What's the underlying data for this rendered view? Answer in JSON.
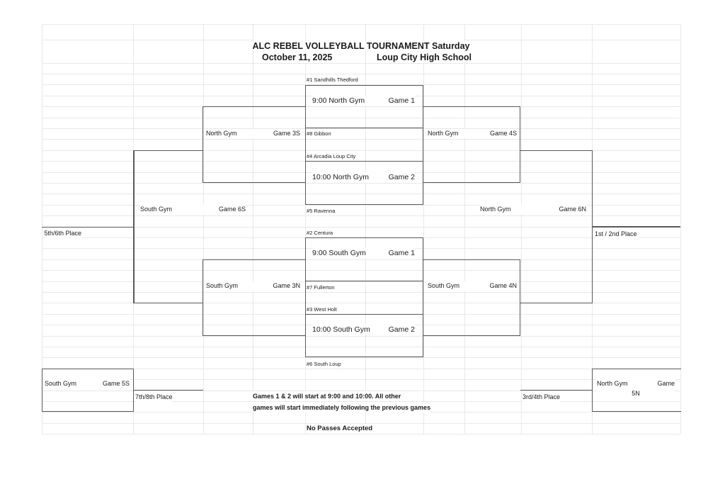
{
  "title": {
    "line1": "ALC REBEL VOLLEYBALL TOURNAMENT Saturday",
    "date": "October 11, 2025",
    "venue": "Loup City High School"
  },
  "teams": [
    "#1 Sandhills Thedford",
    "#8 Gibbon",
    "#4 Arcadia Loup City",
    "#5 Ravenna",
    "#2 Centura",
    "#7 Fullerton",
    "#3 West Holt",
    "#6 South Loup"
  ],
  "games": {
    "g1n": {
      "time_gym": "9:00 North Gym",
      "game": "Game 1"
    },
    "g2n": {
      "time_gym": "10:00 North Gym",
      "game": "Game 2"
    },
    "g1s": {
      "time_gym": "9:00 South Gym",
      "game": "Game 1"
    },
    "g2s": {
      "time_gym": "10:00 South Gym",
      "game": "Game 2"
    },
    "g3s": {
      "gym": "North Gym",
      "game": "Game 3S"
    },
    "g4s": {
      "gym": "North Gym",
      "game": "Game 4S"
    },
    "g6s": {
      "gym": "South Gym",
      "game": "Game 6S"
    },
    "g6n": {
      "gym": "North Gym",
      "game": "Game 6N"
    },
    "g3n": {
      "gym": "South Gym",
      "game": "Game 3N"
    },
    "g4n": {
      "gym": "South Gym",
      "game": "Game 4N"
    },
    "g5s": {
      "gym": "South Gym",
      "game": "Game 5S"
    },
    "g5n": {
      "gym": "North Gym",
      "game_word": "Game",
      "game_num": "5N"
    }
  },
  "placements": {
    "p56": "5th/6th Place",
    "p12": "1st / 2nd Place",
    "p78": "7th/8th Place",
    "p34": "3rd/4th Place"
  },
  "notes": {
    "line1": "Games 1 & 2 will start at 9:00 and 10:00. All other",
    "line2": "games will start immediately following the previous games",
    "passes": "No Passes Accepted"
  },
  "colors": {
    "grid_line": "#e8e8e8",
    "bracket_line": "#595959",
    "text": "#1a1a1a",
    "paper": "#ffffff"
  }
}
